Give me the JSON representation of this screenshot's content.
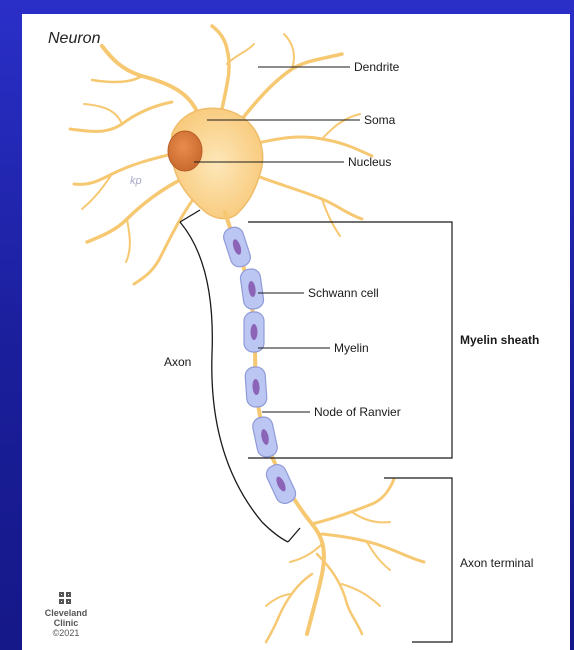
{
  "diagram": {
    "title": "Neuron",
    "labels": {
      "dendrite": "Dendrite",
      "soma": "Soma",
      "nucleus": "Nucleus",
      "schwann_cell": "Schwann cell",
      "myelin": "Myelin",
      "node_of_ranvier": "Node of Ranvier",
      "axon": "Axon",
      "myelin_sheath": "Myelin sheath",
      "axon_terminal": "Axon terminal"
    },
    "artist_initials": "kp"
  },
  "logo": {
    "name_line1": "Cleveland",
    "name_line2": "Clinic",
    "copyright": "©2021"
  },
  "colors": {
    "background": "#2a2fc8",
    "neuron_fill": "#fbd89a",
    "neuron_stroke": "#e6b86a",
    "nucleus": "#d9783c",
    "schwann": "#b9c3f0",
    "schwann_inner": "#8b64b8"
  }
}
